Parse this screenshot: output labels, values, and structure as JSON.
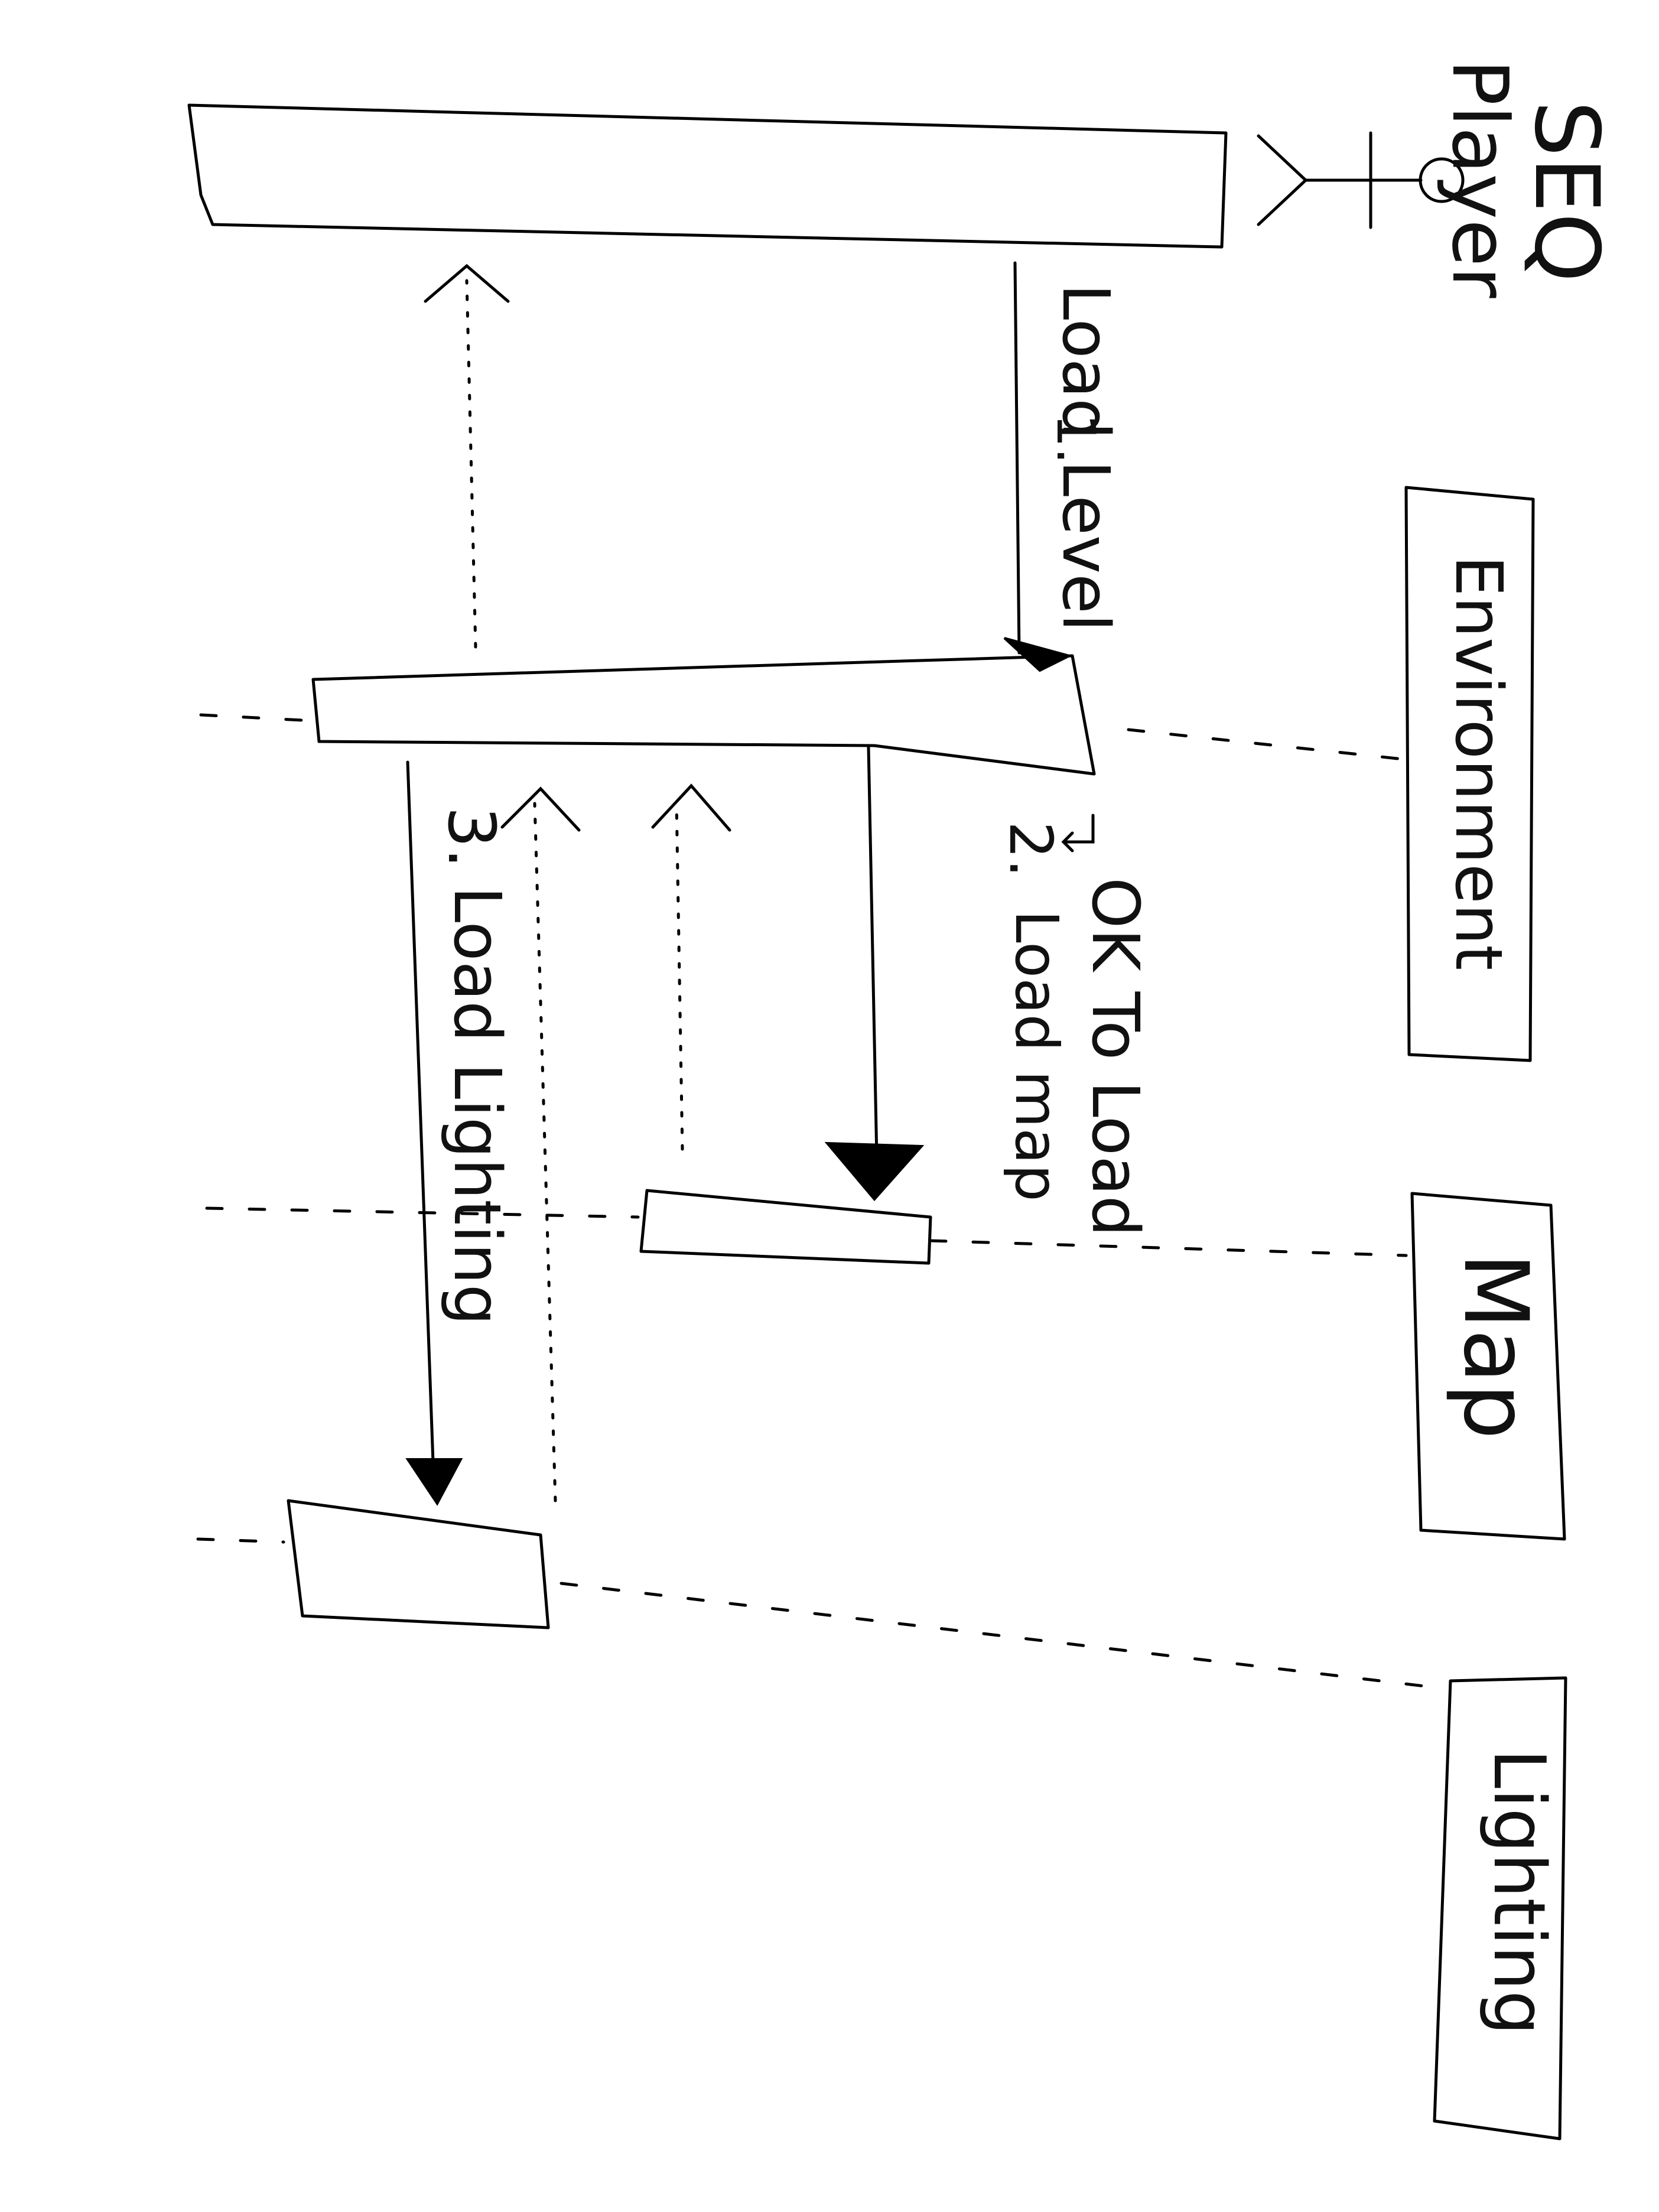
{
  "title": "SEQ",
  "participants": [
    {
      "id": "player",
      "label": "Player"
    },
    {
      "id": "environment",
      "label": "Environment"
    },
    {
      "id": "map",
      "label": "Map"
    },
    {
      "id": "lighting",
      "label": "Lighting"
    }
  ],
  "messages": [
    {
      "number": "1.",
      "label": "Load Level",
      "from": "player",
      "to": "environment",
      "type": "call"
    },
    {
      "number": "",
      "label": "OK To Load",
      "from": "environment",
      "to": "environment",
      "type": "self-note"
    },
    {
      "number": "2.",
      "label": "Load map",
      "from": "environment",
      "to": "map",
      "type": "call"
    },
    {
      "number": "3.",
      "label": "Load Lighting",
      "from": "environment",
      "to": "lighting",
      "type": "call"
    },
    {
      "number": "",
      "label": "",
      "from": "map",
      "to": "environment",
      "type": "return"
    },
    {
      "number": "",
      "label": "",
      "from": "lighting",
      "to": "environment",
      "type": "return"
    },
    {
      "number": "",
      "label": "",
      "from": "environment",
      "to": "player",
      "type": "return"
    }
  ],
  "colors": {
    "ink": "#000000",
    "paper": "#ffffff"
  }
}
